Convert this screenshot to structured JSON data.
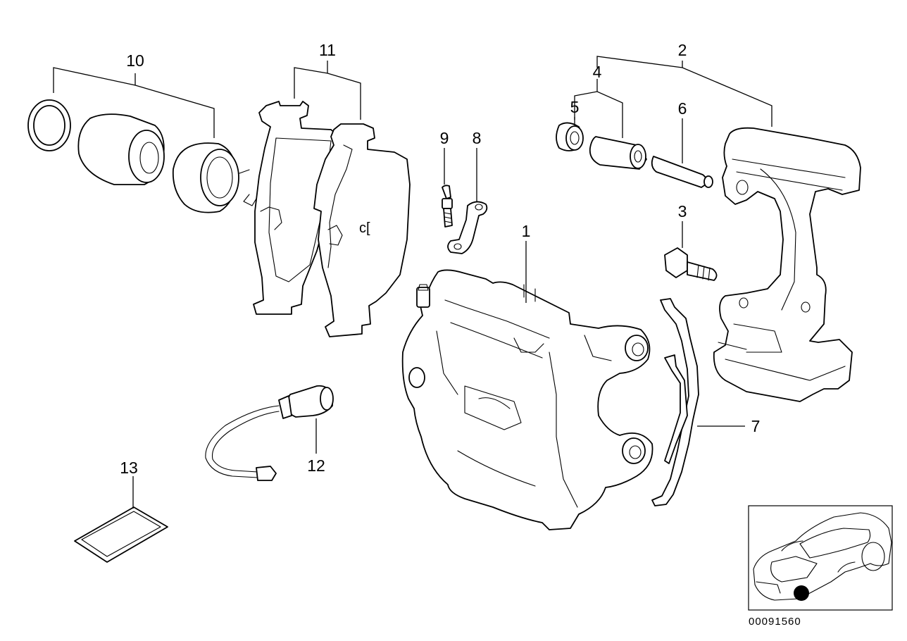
{
  "diagram": {
    "callouts": [
      {
        "id": "1",
        "label": "1"
      },
      {
        "id": "2",
        "label": "2"
      },
      {
        "id": "3",
        "label": "3"
      },
      {
        "id": "4",
        "label": "4"
      },
      {
        "id": "5",
        "label": "5"
      },
      {
        "id": "6",
        "label": "6"
      },
      {
        "id": "7",
        "label": "7"
      },
      {
        "id": "8",
        "label": "8"
      },
      {
        "id": "9",
        "label": "9"
      },
      {
        "id": "10",
        "label": "10"
      },
      {
        "id": "11",
        "label": "11"
      },
      {
        "id": "12",
        "label": "12"
      },
      {
        "id": "13",
        "label": "13"
      }
    ],
    "reference_number": "00091560",
    "pad_marking": "c["
  },
  "colors": {
    "line": "#000000",
    "background": "#ffffff",
    "marker": "#000000"
  }
}
